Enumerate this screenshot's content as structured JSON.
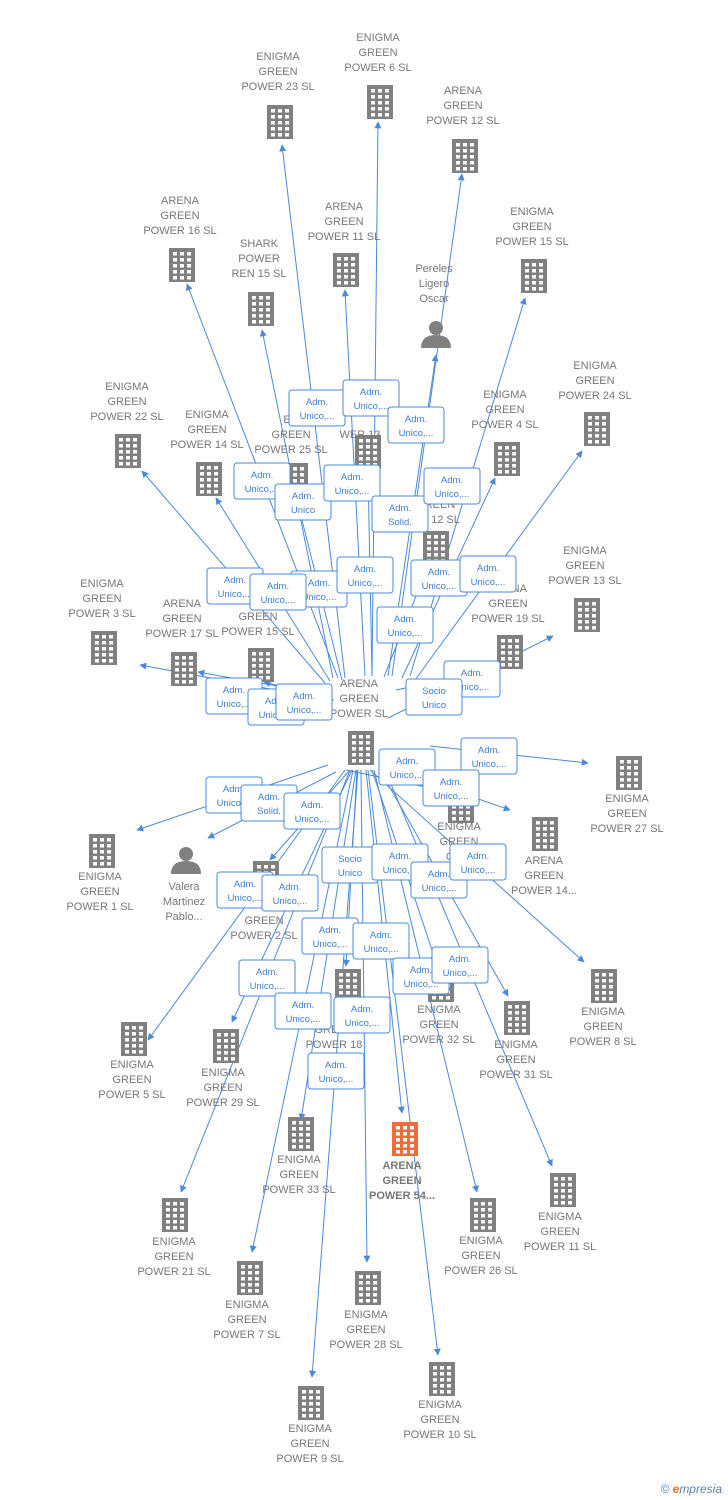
{
  "colors": {
    "edge": "#4a8ad8",
    "node": "#808080",
    "highlight": "#f26b3a",
    "relText": "#3a7fd5"
  },
  "center": {
    "id": "center",
    "lines": [
      "ARENA",
      "GREEN",
      "POWER  SL"
    ]
  },
  "nodes": [
    {
      "id": "n1",
      "type": "company",
      "lines": [
        "ENIGMA",
        "GREEN",
        "POWER 23  SL"
      ]
    },
    {
      "id": "n2",
      "type": "company",
      "lines": [
        "ENIGMA",
        "GREEN",
        "POWER 6  SL"
      ]
    },
    {
      "id": "n3",
      "type": "company",
      "lines": [
        "ARENA",
        "GREEN",
        "POWER 12  SL"
      ]
    },
    {
      "id": "n4",
      "type": "company",
      "lines": [
        "ARENA",
        "GREEN",
        "POWER 16  SL"
      ]
    },
    {
      "id": "n5",
      "type": "company",
      "lines": [
        "ARENA",
        "GREEN",
        "POWER 11  SL"
      ]
    },
    {
      "id": "n6",
      "type": "company",
      "lines": [
        "ENIGMA",
        "GREEN",
        "POWER 15  SL"
      ]
    },
    {
      "id": "n7",
      "type": "company",
      "lines": [
        "SHARK",
        "POWER",
        "REN 15  SL"
      ]
    },
    {
      "id": "n8",
      "type": "person",
      "lines": [
        "Pereles",
        "Ligero",
        "Oscar"
      ]
    },
    {
      "id": "n9",
      "type": "company",
      "lines": [
        "ENIGMA",
        "GREEN",
        "POWER 22  SL"
      ]
    },
    {
      "id": "n10",
      "type": "company",
      "lines": [
        "ENIGMA",
        "GREEN",
        "POWER 14  SL"
      ]
    },
    {
      "id": "n11",
      "type": "company",
      "lines": [
        "EN",
        "GREEN",
        "POWER 25  SL"
      ]
    },
    {
      "id": "n12",
      "type": "company",
      "lines": [
        "",
        "",
        "WER 13"
      ]
    },
    {
      "id": "n13",
      "type": "company",
      "lines": [
        "ENIGMA",
        "GREEN",
        "POWER 4  SL"
      ]
    },
    {
      "id": "n14",
      "type": "company",
      "lines": [
        "ENIGMA",
        "GREEN",
        "POWER 24  SL"
      ]
    },
    {
      "id": "n15",
      "type": "company",
      "lines": [
        "EN",
        "REEN",
        "R 12  SL"
      ]
    },
    {
      "id": "n16",
      "type": "company",
      "lines": [
        "ENIGMA",
        "GREEN",
        "POWER 13  SL"
      ]
    },
    {
      "id": "n17",
      "type": "company",
      "lines": [
        "ENIGMA",
        "GREEN",
        "POWER 3  SL"
      ]
    },
    {
      "id": "n18",
      "type": "company",
      "lines": [
        "ARENA",
        "GREEN",
        "POWER 17  SL"
      ]
    },
    {
      "id": "n19",
      "type": "company",
      "lines": [
        "A",
        "GREEN",
        "POWER 15  SL"
      ]
    },
    {
      "id": "n20",
      "type": "company",
      "lines": [
        "ARENA",
        "GREEN",
        "POWER 19  SL"
      ]
    },
    {
      "id": "n21",
      "type": "company",
      "lines": [
        "ENIGMA",
        "GREEN",
        "POWER 27  SL"
      ]
    },
    {
      "id": "n22",
      "type": "company",
      "lines": [
        "ENIGMA",
        "GREEN",
        "POWER 1  SL"
      ]
    },
    {
      "id": "n23",
      "type": "person",
      "lines": [
        "Valera",
        "Martinez",
        "Pablo..."
      ]
    },
    {
      "id": "n24",
      "type": "company",
      "lines": [
        "ENIGMA",
        "GREEN",
        "OWE"
      ]
    },
    {
      "id": "n25",
      "type": "company",
      "lines": [
        "ARENA",
        "GREEN",
        "POWER 14..."
      ]
    },
    {
      "id": "n26",
      "type": "company",
      "lines": [
        "",
        "GREEN",
        "POWER 2  SL"
      ]
    },
    {
      "id": "n27",
      "type": "company",
      "lines": [
        "ENIGMA",
        "GREEN",
        "POWER 8  SL"
      ]
    },
    {
      "id": "n28",
      "type": "company",
      "lines": [
        "ENIGMA",
        "GREEN",
        "POWER 5  SL"
      ]
    },
    {
      "id": "n29",
      "type": "company",
      "lines": [
        "ENIGMA",
        "GREEN",
        "POWER 29  SL"
      ]
    },
    {
      "id": "n30",
      "type": "company",
      "lines": [
        "",
        "GREEN",
        "POWER 18"
      ]
    },
    {
      "id": "n31",
      "type": "company",
      "lines": [
        "ENIGMA",
        "GREEN",
        "POWER 32  SL"
      ]
    },
    {
      "id": "n32",
      "type": "company",
      "lines": [
        "ENIGMA",
        "GREEN",
        "POWER 31  SL"
      ]
    },
    {
      "id": "n33",
      "type": "company",
      "lines": [
        "ENIGMA",
        "GREEN",
        "POWER 33  SL"
      ]
    },
    {
      "id": "n34",
      "type": "company",
      "highlight": true,
      "lines": [
        "ARENA",
        "GREEN",
        "POWER 54..."
      ]
    },
    {
      "id": "n35",
      "type": "company",
      "lines": [
        "ENIGMA",
        "GREEN",
        "POWER 11  SL"
      ]
    },
    {
      "id": "n36",
      "type": "company",
      "lines": [
        "ENIGMA",
        "GREEN",
        "POWER 21  SL"
      ]
    },
    {
      "id": "n37",
      "type": "company",
      "lines": [
        "ENIGMA",
        "GREEN",
        "POWER 26  SL"
      ]
    },
    {
      "id": "n38",
      "type": "company",
      "lines": [
        "ENIGMA",
        "GREEN",
        "POWER 7  SL"
      ]
    },
    {
      "id": "n39",
      "type": "company",
      "lines": [
        "ENIGMA",
        "GREEN",
        "POWER 28  SL"
      ]
    },
    {
      "id": "n40",
      "type": "company",
      "lines": [
        "ENIGMA",
        "GREEN",
        "POWER 10  SL"
      ]
    },
    {
      "id": "n41",
      "type": "company",
      "lines": [
        "ENIGMA",
        "GREEN",
        "POWER 9  SL"
      ]
    }
  ],
  "relations": [
    {
      "lines": [
        "Adm.",
        "Unico,..."
      ]
    },
    {
      "lines": [
        "Adm.",
        "Unico,..."
      ]
    },
    {
      "lines": [
        "Adm.",
        "Unico,..."
      ]
    },
    {
      "lines": [
        "Adm.",
        "Unico,..."
      ]
    },
    {
      "lines": [
        "Adm.",
        "Unico"
      ]
    },
    {
      "lines": [
        "Adm.",
        "Unico,..."
      ]
    },
    {
      "lines": [
        "Adm.",
        "Solid."
      ]
    },
    {
      "lines": [
        "Adm.",
        "Unico,..."
      ]
    },
    {
      "lines": [
        "Adm.",
        "Unico,..."
      ]
    },
    {
      "lines": [
        "Adm.",
        "Unico,..."
      ]
    },
    {
      "lines": [
        "Adm.",
        "Unico,..."
      ]
    },
    {
      "lines": [
        "Adm.",
        "Unico,..."
      ]
    },
    {
      "lines": [
        "Adm.",
        "Unico,..."
      ]
    },
    {
      "lines": [
        "Adm.",
        "Unico,..."
      ]
    },
    {
      "lines": [
        "Adm.",
        "Unico,..."
      ]
    },
    {
      "lines": [
        "Adm.",
        "Unico,..."
      ]
    },
    {
      "lines": [
        "Adm.",
        "Unico,..."
      ]
    },
    {
      "lines": [
        "Adm.",
        "Unico,..."
      ]
    },
    {
      "lines": [
        "Socio",
        "Unico"
      ]
    },
    {
      "lines": [
        "Adm.",
        "Unico,..."
      ]
    },
    {
      "lines": [
        "Adm.",
        "Unico,..."
      ]
    },
    {
      "lines": [
        "Adm.",
        "Unico,..."
      ]
    },
    {
      "lines": [
        "Adm.",
        "Unico,..."
      ]
    },
    {
      "lines": [
        "Adm.",
        "Unico,..."
      ]
    },
    {
      "lines": [
        "Adm.",
        "Solid."
      ]
    },
    {
      "lines": [
        "Adm.",
        "Unico,..."
      ]
    },
    {
      "lines": [
        "Socio",
        "Unico"
      ]
    },
    {
      "lines": [
        "Adm.",
        "Unico,..."
      ]
    },
    {
      "lines": [
        "Adm.",
        "Unico,..."
      ]
    },
    {
      "lines": [
        "Adm.",
        "Unico,..."
      ]
    },
    {
      "lines": [
        "Adm.",
        "Unico,..."
      ]
    },
    {
      "lines": [
        "Adm.",
        "Unico,..."
      ]
    },
    {
      "lines": [
        "Adm.",
        "Unico,..."
      ]
    },
    {
      "lines": [
        "Adm.",
        "Unico,..."
      ]
    },
    {
      "lines": [
        "Adm.",
        "Unico,..."
      ]
    },
    {
      "lines": [
        "Adm.",
        "Unico,..."
      ]
    },
    {
      "lines": [
        "Adm.",
        "Unico,..."
      ]
    },
    {
      "lines": [
        "Adm.",
        "Unico,..."
      ]
    },
    {
      "lines": [
        "Adm.",
        "Unico,..."
      ]
    },
    {
      "lines": [
        "Adm.",
        "Unico,..."
      ]
    }
  ],
  "footer": {
    "copyright": "©",
    "brand_first": "e",
    "brand_rest": "mpresia"
  }
}
